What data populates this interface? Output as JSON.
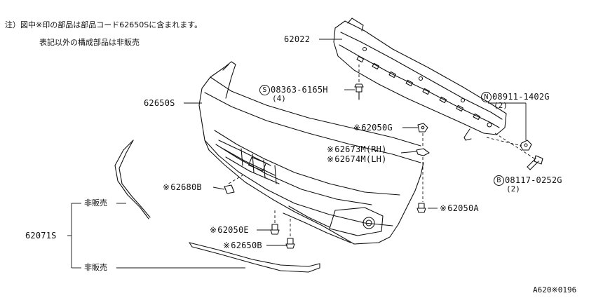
{
  "notes": {
    "line1": "注）図中※印の部品は部品コード62650Sに含まれます。",
    "line2": "表記以外の構成部品は非販売"
  },
  "callouts": {
    "p62022": "62022",
    "p62650S": "62650S",
    "p08363": "08363-6165H",
    "p08363_qty": "(4)",
    "p08363_prefix": "S",
    "p08911": "08911-1402G",
    "p08911_qty": "(2)",
    "p08911_prefix": "N",
    "p08117": "08117-0252G",
    "p08117_qty": "(2)",
    "p08117_prefix": "B",
    "p62050G": "62050G",
    "p62673M": "62673M(RH)",
    "p62674M": "62674M(LH)",
    "p62680B": "62680B",
    "p62050E": "62050E",
    "p62050A": "62050A",
    "p62650B": "62650B",
    "p62071S": "62071S",
    "not_sold_upper": "非販売",
    "not_sold_lower": "非販売",
    "included_mark": "※"
  },
  "figure_code": "A620※0196"
}
